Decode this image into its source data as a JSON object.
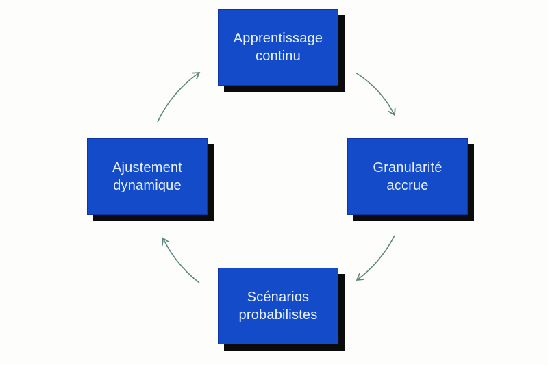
{
  "diagram": {
    "title": "Cycle diagram (untitled)",
    "type": "cycle",
    "colors": {
      "background": "#fdfdfb",
      "node_fill": "#134bc8",
      "node_border": "#0d35a8",
      "node_shadow": "#0b0b0b",
      "node_text": "#e8f1fb",
      "arrow": "#5b867e"
    },
    "nodes": {
      "top": {
        "label": "Apprentissage\ncontinu"
      },
      "right": {
        "label": "Granularité\naccrue"
      },
      "bottom": {
        "label": "Scénarios\nprobabilistes"
      },
      "left": {
        "label": "Ajustement\ndynamique"
      }
    },
    "connections": [
      {
        "from": "Apprentissage continu",
        "to": "Granularité accrue"
      },
      {
        "from": "Granularité accrue",
        "to": "Scénarios probabilistes"
      },
      {
        "from": "Scénarios probabilistes",
        "to": "Ajustement dynamique"
      },
      {
        "from": "Ajustement dynamique",
        "to": "Apprentissage continu"
      }
    ],
    "direction": "clockwise"
  }
}
